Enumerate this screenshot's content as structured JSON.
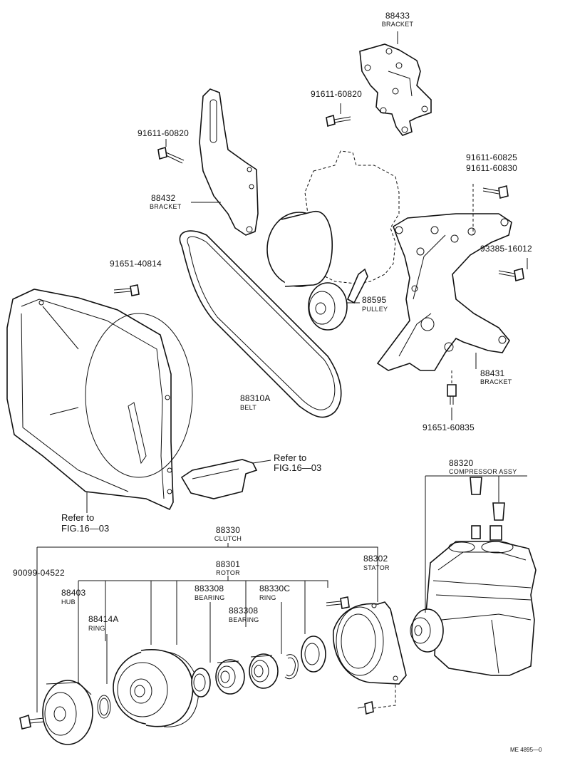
{
  "labels": {
    "bracket_top": {
      "pn": "88433",
      "name": "BRACKET"
    },
    "bolt_top": {
      "pn": "91611-60820"
    },
    "bolt_left": {
      "pn": "91611-60820"
    },
    "bracket_left": {
      "pn": "88432",
      "name": "BRACKET"
    },
    "bolt_right_a": {
      "pn": "91611-60825"
    },
    "bolt_right_b": {
      "pn": "91611-60830"
    },
    "bolt_left2": {
      "pn": "91651-40814"
    },
    "bolt_right2": {
      "pn": "93385-16012"
    },
    "pulley": {
      "pn": "88595",
      "name": "PULLEY"
    },
    "bracket_right": {
      "pn": "88431",
      "name": "BRACKET"
    },
    "belt": {
      "pn": "88310A",
      "name": "BELT"
    },
    "bolt_bottom_right": {
      "pn": "91651-60835"
    },
    "refer_right": {
      "line1": "Refer to",
      "line2": "FIG.16—03"
    },
    "refer_left": {
      "line1": "Refer to",
      "line2": "FIG.16—03"
    },
    "compressor": {
      "pn": "88320",
      "name": "COMPRESSOR ASSY"
    },
    "clutch": {
      "pn": "88330",
      "name": "CLUTCH"
    },
    "stator": {
      "pn": "88302",
      "name": "STATOR"
    },
    "bolt_clutch": {
      "pn": "90099-04522"
    },
    "rotor": {
      "pn": "88301",
      "name": "ROTOR"
    },
    "hub": {
      "pn": "88403",
      "name": "HUB"
    },
    "bearing1": {
      "pn": "883308",
      "name": "BEARING"
    },
    "ring_c": {
      "pn": "88330C",
      "name": "RING"
    },
    "bearing2": {
      "pn": "883308",
      "name": "BEARING"
    },
    "ring_a": {
      "pn": "88414A",
      "name": "RING"
    }
  },
  "footer": {
    "code": "ME 4895—0"
  }
}
